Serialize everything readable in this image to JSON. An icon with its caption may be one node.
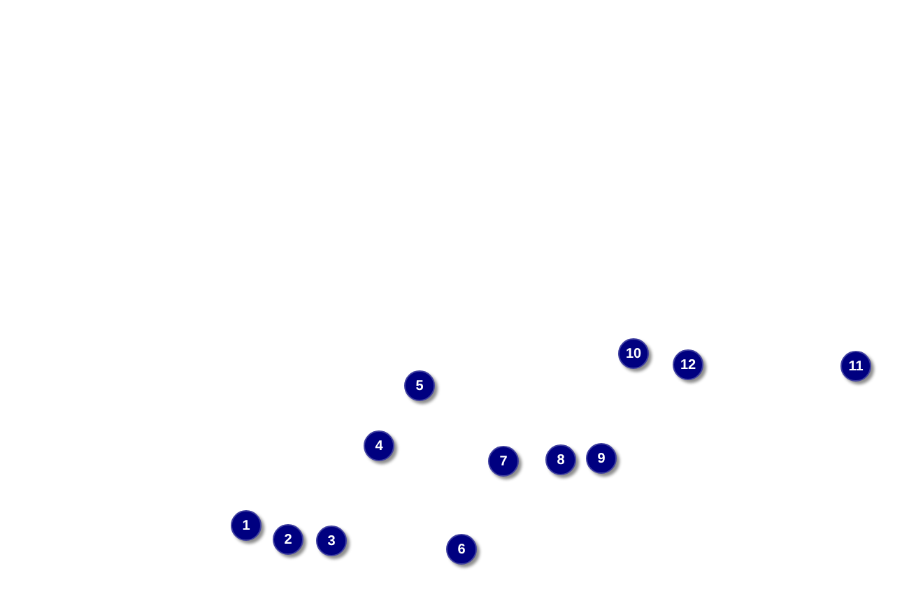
{
  "diagram": {
    "labels": [
      "1",
      "2",
      "3",
      "4",
      "5",
      "6",
      "7",
      "8",
      "9",
      "10",
      "12",
      "11"
    ]
  }
}
